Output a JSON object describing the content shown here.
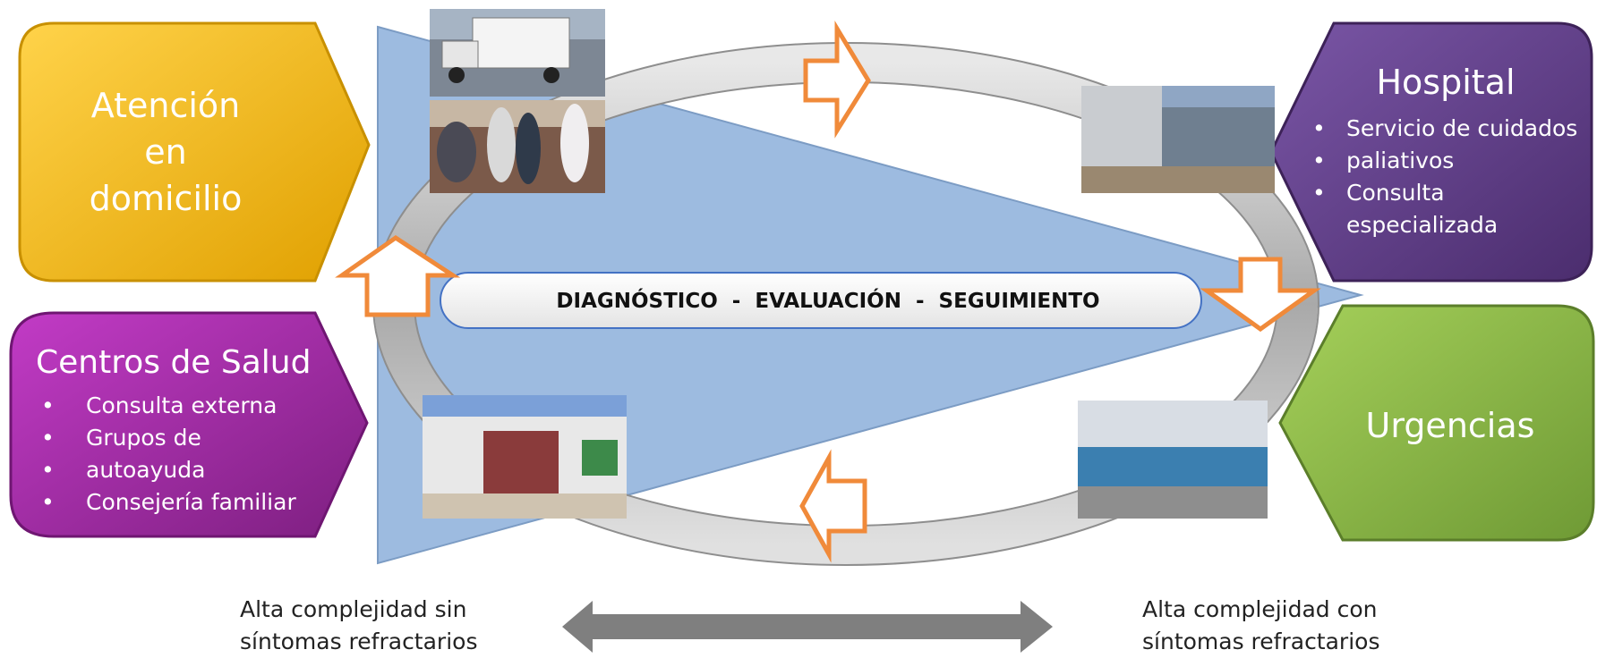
{
  "boxes": {
    "home": {
      "title_lines": [
        "Atención",
        "en",
        "domicilio"
      ]
    },
    "health_centers": {
      "title": "Centros de Salud",
      "items": [
        "Consulta externa",
        "Grupos de",
        "autoayuda",
        "Consejería familiar"
      ]
    },
    "hospital": {
      "title": "Hospital",
      "items": [
        "Servicio de cuidados",
        "paliativos",
        "Consulta especializada"
      ]
    },
    "emergency": {
      "title": "Urgencias"
    }
  },
  "center_label": "DIAGNÓSTICO  -  EVALUACIÓN  -  SEGUIMIENTO",
  "captions": {
    "left": [
      "Alta complejidad sin",
      "síntomas refractarios"
    ],
    "right": [
      "Alta complejidad con",
      "síntomas refractarios"
    ]
  },
  "colors": {
    "home": "#f4b400",
    "health_centers": "#9b2a9e",
    "hospital": "#5e3b87",
    "emergency": "#8db94a",
    "triangle": "#9dbbe0",
    "arrows": "#f08a3a",
    "double_arrow": "#7f7f7f"
  }
}
